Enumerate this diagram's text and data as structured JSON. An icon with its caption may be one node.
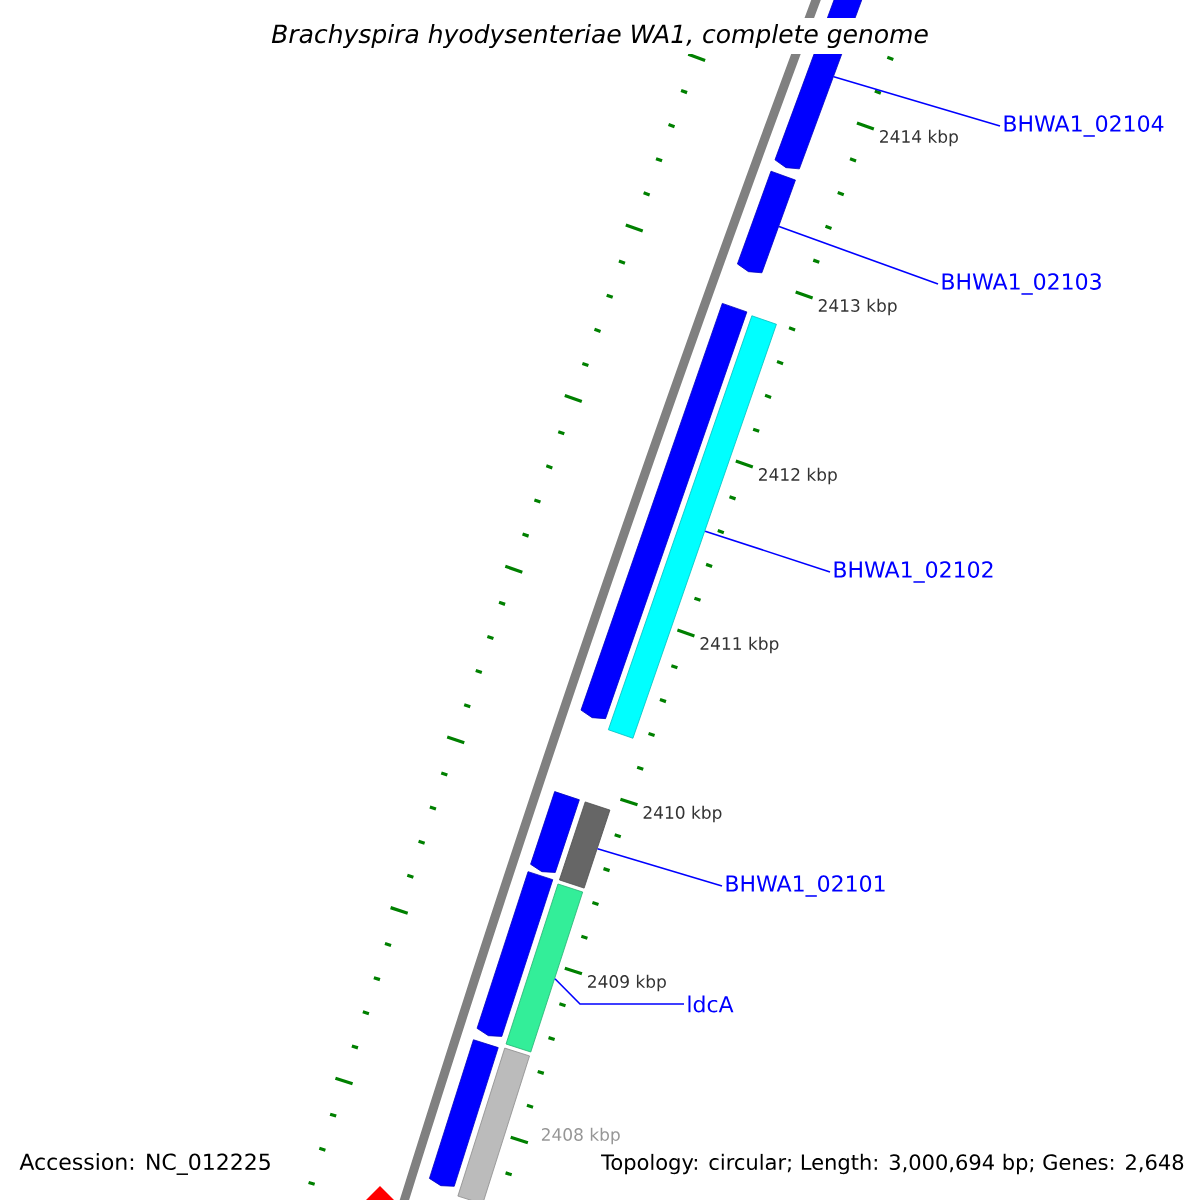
{
  "diagram": {
    "title": "Brachyspira hyodysenteriae WA1, complete genome",
    "nodes": [
      {
        "text": [
          "BHWA1_02104"
        ]
      },
      {
        "text": [
          "BHWA1_02103"
        ]
      },
      {
        "text": [
          "BHWA1_02102"
        ]
      },
      {
        "text": [
          "BHWA1_02101"
        ]
      },
      {
        "text": [
          "ldcA"
        ]
      },
      {
        "text": [],
        "shape": "bar"
      },
      {
        "text": [],
        "shape": "bar"
      },
      {
        "text": [],
        "shape": "bar"
      },
      {
        "text": [],
        "shape": "bar"
      },
      {
        "text": [],
        "shape": "bar"
      },
      {
        "text": [],
        "shape": "bar"
      },
      {
        "text": [],
        "shape": "bar"
      },
      {
        "text": [],
        "shape": "bar"
      },
      {
        "text": [],
        "shape": "bar"
      },
      {
        "text": [],
        "shape": "bar"
      }
    ],
    "edges": [
      {
        "from": 0,
        "to": 5,
        "arrow": "none"
      },
      {
        "from": 1,
        "to": 6,
        "arrow": "none"
      },
      {
        "from": 2,
        "to": 8,
        "arrow": "none"
      },
      {
        "from": 3,
        "to": 10,
        "arrow": "none"
      },
      {
        "from": 4,
        "to": 12,
        "arrow": "none"
      }
    ],
    "labels": [
      "2414 kbp",
      "2413 kbp",
      "2412 kbp",
      "2411 kbp",
      "2410 kbp",
      "2409 kbp",
      "2408 kbp",
      "Accession: NC_012225",
      "Topology: circular; Length: 3,000,694 bp; Genes: 2,648"
    ]
  }
}
